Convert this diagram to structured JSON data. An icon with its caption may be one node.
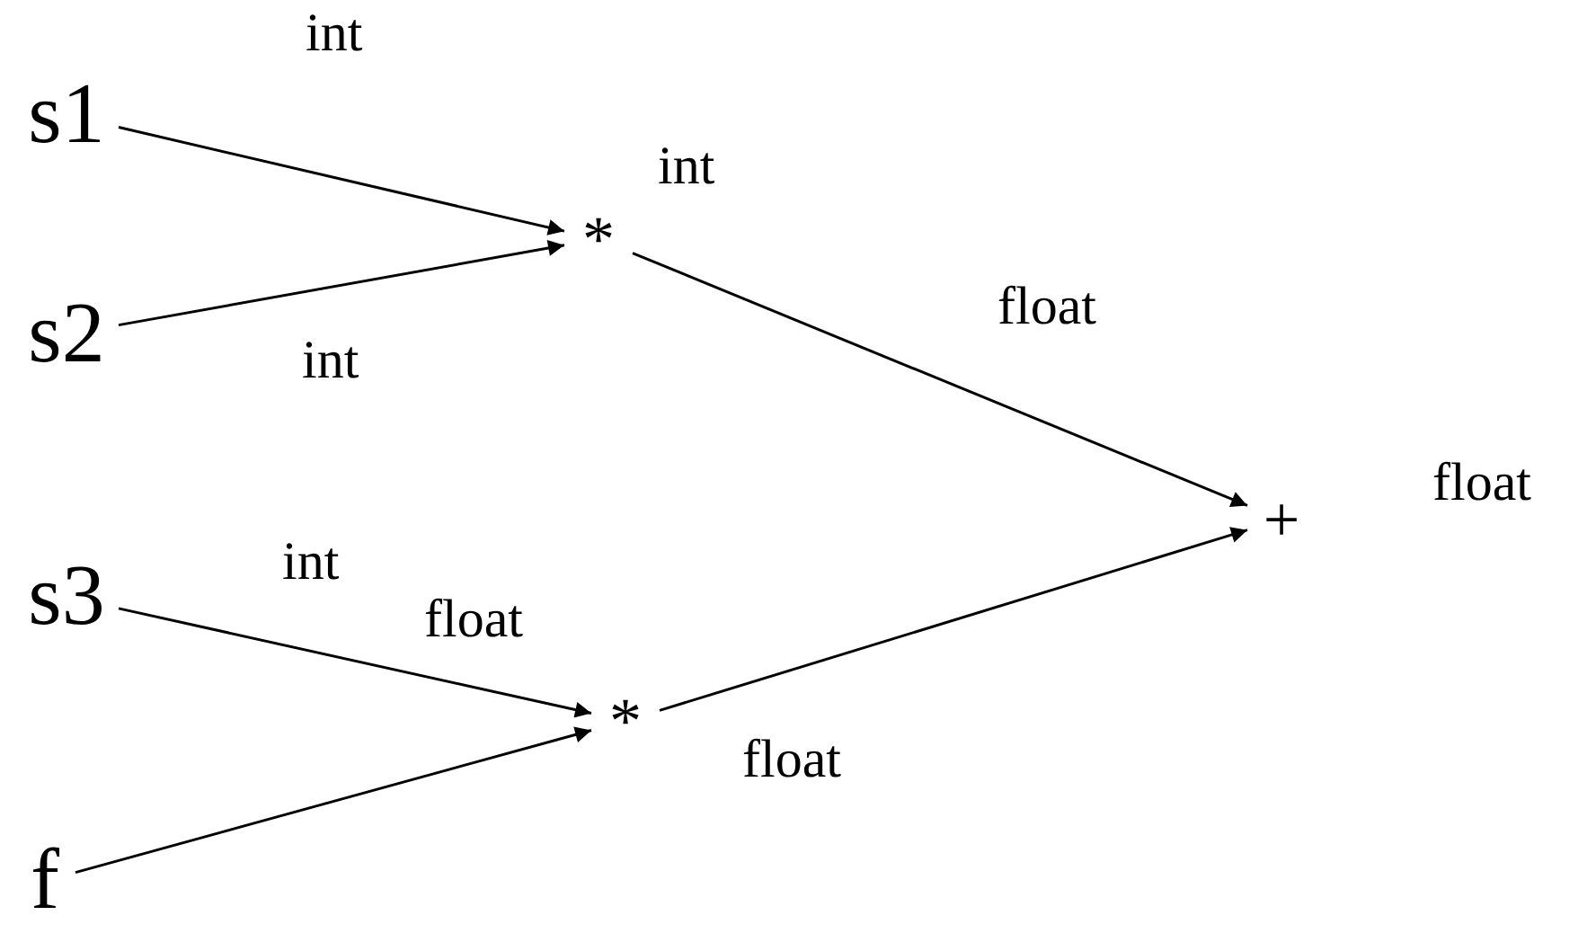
{
  "diagram": {
    "nodes": [
      {
        "text": [
          "s1"
        ]
      },
      {
        "text": [
          "s2"
        ]
      },
      {
        "text": [
          "s3"
        ]
      },
      {
        "text": [
          "f"
        ]
      },
      {
        "text": [
          "*"
        ],
        "beside": [
          "int"
        ]
      },
      {
        "text": [
          "*"
        ]
      },
      {
        "text": [
          "+"
        ],
        "beside": [
          "float"
        ]
      }
    ],
    "edges": [
      {
        "from": 0,
        "to": 4,
        "arrow": "to",
        "label": "int"
      },
      {
        "from": 1,
        "to": 4,
        "arrow": "to",
        "label": "int"
      },
      {
        "from": 4,
        "to": 6,
        "arrow": "to",
        "label": "float"
      },
      {
        "from": 2,
        "to": 5,
        "arrow": "to",
        "label": "int"
      },
      {
        "from": 3,
        "to": 5,
        "arrow": "to"
      },
      {
        "from": 5,
        "to": 6,
        "arrow": "to",
        "label": "float"
      }
    ],
    "labels": [
      "float"
    ]
  }
}
